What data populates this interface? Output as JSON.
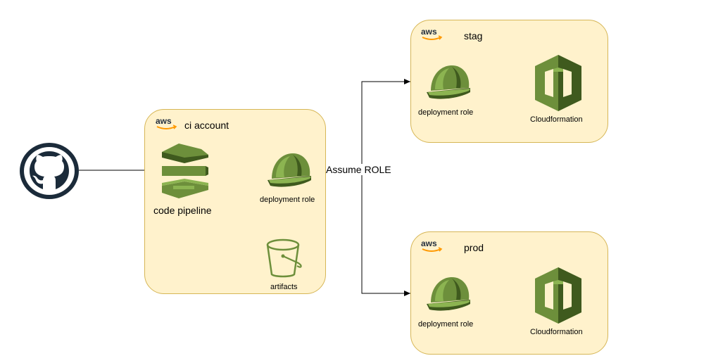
{
  "source": {
    "icon": "github-icon"
  },
  "ci_account": {
    "cloud_text": "aws",
    "title": "ci account",
    "pipeline_label": "code pipeline",
    "role_label": "deployment role",
    "artifacts_label": "artifacts"
  },
  "edge_label": "Assume ROLE",
  "stag": {
    "cloud_text": "aws",
    "title": "stag",
    "role_label": "deployment role",
    "cf_label": "Cloudformation"
  },
  "prod": {
    "cloud_text": "aws",
    "title": "prod",
    "role_label": "deployment role",
    "cf_label": "Cloudformation"
  },
  "colors": {
    "group_fill": "#fff2cc",
    "group_border": "#d6b656",
    "aws_orange": "#ff9900",
    "green": "#6d8f3b",
    "green_light": "#8cb451",
    "green_dark": "#3f5a1e",
    "github": "#1b2b3a"
  }
}
